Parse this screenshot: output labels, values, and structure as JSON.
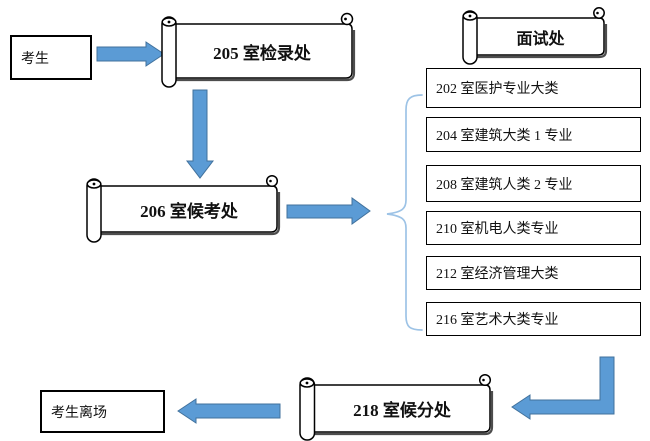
{
  "diagram": {
    "title_hint": "interview flow diagram",
    "start_box": "考生",
    "checkin_scroll": "205 室检录处",
    "waiting_scroll": "206 室候考处",
    "interview_scroll": "面试处",
    "rooms": [
      "202 室医护专业大类",
      "204 室建筑大类 1 专业",
      "208 室建筑人类 2 专业",
      "210 室机电人类专业",
      "212 室经济管理大类",
      "216 室艺术大类专业"
    ],
    "score_scroll": "218 室候分处",
    "exit_box": "考生离场"
  },
  "colors": {
    "arrow_fill": "#5B9BD5",
    "arrow_stroke": "#41719C",
    "brace": "#9DC3E6",
    "shape_border": "#000000",
    "shadow": "#4d4d4d"
  }
}
